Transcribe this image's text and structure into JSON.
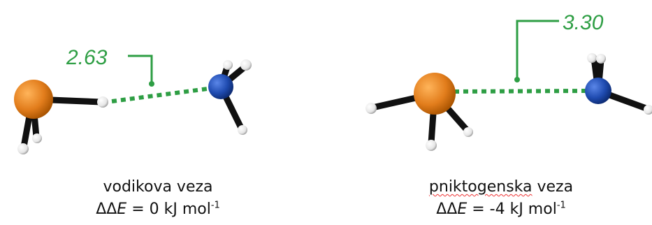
{
  "colors": {
    "bond_line": "#2e9e44",
    "phosphorus_atom": "#e27d1c",
    "nitrogen_atom": "#1f4bb0",
    "hydrogen_atom": "#f2f2f2",
    "covalent_bond": "#111111"
  },
  "left": {
    "distance": "2.63",
    "caption_line1": "vodikova veza",
    "caption_line2_prefix": "ΔΔ",
    "caption_line2_var": "E",
    "caption_line2_value": " = 0 kJ mol",
    "caption_line2_exp": "-1"
  },
  "right": {
    "distance": "3.30",
    "caption_word1": "pniktogenska",
    "caption_word2": " veza",
    "caption_line2_prefix": "ΔΔ",
    "caption_line2_var": "E",
    "caption_line2_value": " = -4 kJ mol",
    "caption_line2_exp": "-1"
  }
}
